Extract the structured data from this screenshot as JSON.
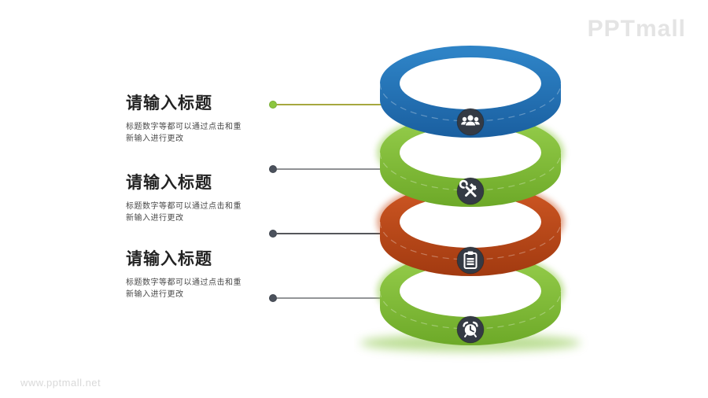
{
  "brand": {
    "logo": "PPTmall",
    "watermark": "www.pptmall.net"
  },
  "blocks": [
    {
      "title": "请输入标题",
      "body_lines": [
        "标题数字等都可以通过点击和重",
        "新输入进行更改"
      ]
    },
    {
      "title": "请输入标题",
      "body_lines": [
        "标题数字等都可以通过点击和重",
        "新输入进行更改"
      ]
    },
    {
      "title": "请输入标题",
      "body_lines": [
        "标题数字等都可以通过点击和重",
        "新输入进行更改"
      ]
    }
  ],
  "connectors": [
    {
      "dot_color": "#8cc63f",
      "line_color": "#a6a83f"
    },
    {
      "dot_color": "#4b515c",
      "line_color": "#8f9194"
    },
    {
      "dot_color": "#4b515c",
      "line_color": "#55575a"
    },
    {
      "dot_color": "#4b515c",
      "line_color": "#939598"
    }
  ],
  "rings": [
    {
      "icon": "people-group-icon",
      "color_light": "#2e83c6",
      "color_dark": "#1a5fa0"
    },
    {
      "icon": "tools-icon",
      "color_light": "#93cb49",
      "color_dark": "#6da928"
    },
    {
      "icon": "clipboard-icon",
      "color_light": "#cb5522",
      "color_dark": "#a23a10"
    },
    {
      "icon": "alarm-clock-icon",
      "color_light": "#93cb49",
      "color_dark": "#6da928"
    }
  ],
  "palette": {
    "badge": "#343a44",
    "hole": "#ffffff",
    "ground_glow": "#84c33c",
    "title_color": "#232323",
    "body_color": "#4a4a4a"
  }
}
